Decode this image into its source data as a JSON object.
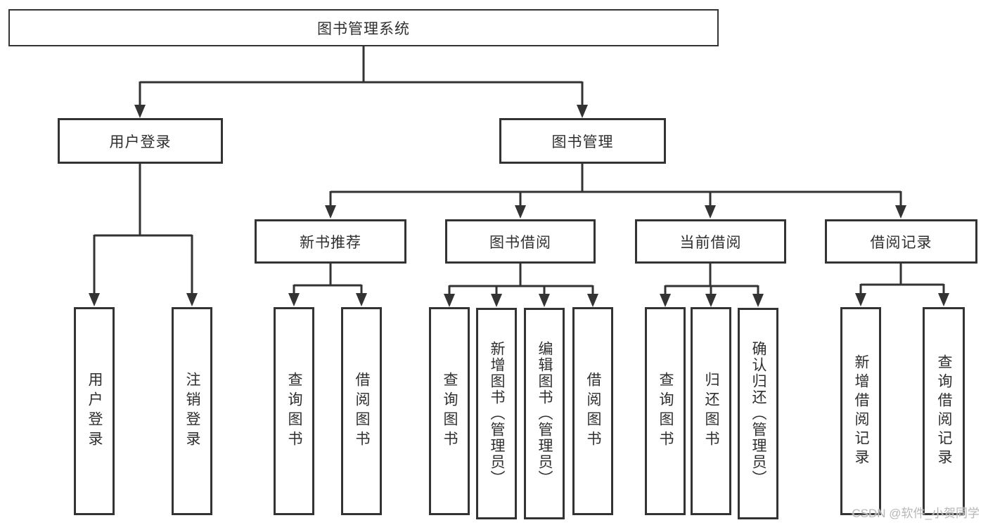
{
  "diagram": {
    "title": "图书管理系统",
    "type": "hierarchy-tree",
    "colors": {
      "line": "#333333",
      "box_border": "#333333",
      "text": "#2f2f2f",
      "background": "#ffffff",
      "watermark": "#b7b7b7"
    },
    "nodes": {
      "root": "图书管理系统",
      "userLogin": "用户登录",
      "bookMgmt": "图书管理",
      "newBookRec": "新书推荐",
      "bookBorrow": "图书借阅",
      "currentBorrow": "当前借阅",
      "borrowRecords": "借阅记录",
      "leafUserLogin": "用户登录",
      "leafLogout": "注销登录",
      "recQuery": "查询图书",
      "recBorrow": "借阅图书",
      "bbQuery": "查询图书",
      "bbAdd": "新增图书（管理员）",
      "bbEdit": "编辑图书（管理员）",
      "bbBorrow": "借阅图书",
      "cbQuery": "查询图书",
      "cbReturn": "归还图书",
      "cbConfirm": "确认归还（管理员）",
      "brAdd": "新增借阅记录",
      "brQuery": "查询借阅记录"
    },
    "edges": [
      "图书管理系统→用户登录",
      "图书管理系统→图书管理",
      "用户登录→用户登录",
      "用户登录→注销登录",
      "图书管理→新书推荐",
      "图书管理→图书借阅",
      "图书管理→当前借阅",
      "图书管理→借阅记录",
      "新书推荐→查询图书",
      "新书推荐→借阅图书",
      "图书借阅→查询图书",
      "图书借阅→新增图书（管理员）",
      "图书借阅→编辑图书（管理员）",
      "图书借阅→借阅图书",
      "当前借阅→查询图书",
      "当前借阅→归还图书",
      "当前借阅→确认归还（管理员）",
      "借阅记录→新增借阅记录",
      "借阅记录→查询借阅记录"
    ],
    "watermark": "CSDN @软件_小贺同学"
  }
}
